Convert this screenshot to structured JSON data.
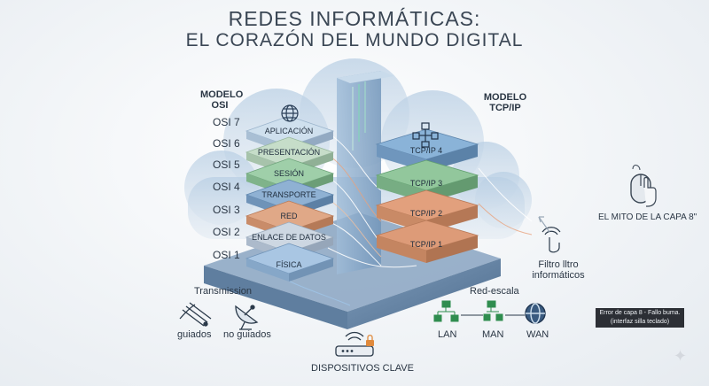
{
  "title_line1": "REDES INFORMÁTICAS:",
  "title_line2": "EL CORAZÓN DEL MUNDO DIGITAL",
  "osi_model": {
    "heading_line1": "MODELO",
    "heading_line2": "OSI",
    "levels": [
      "OSI 7",
      "OSI 6",
      "OSI 5",
      "OSI 4",
      "OSI 3",
      "OSI 2",
      "OSI 1"
    ],
    "layers": [
      {
        "name": "APLICACIÓN",
        "color": "#cfe0ee"
      },
      {
        "name": "PRESENTACIÓN",
        "color": "#c6ddc9"
      },
      {
        "name": "SESIÓN",
        "color": "#9fcfa9"
      },
      {
        "name": "TRANSPORTE",
        "color": "#8fb1d3"
      },
      {
        "name": "RED",
        "color": "#e0a887"
      },
      {
        "name": "ENLACE DE DATOS",
        "color": "#cdd7e2"
      },
      {
        "name": "FÍSICA",
        "color": "#a9c6e3"
      }
    ]
  },
  "tcpip_model": {
    "heading_line1": "MODELO",
    "heading_line2": "TCP/IP",
    "layers": [
      {
        "name": "TCP/IP 4",
        "color": "#8ab3d8"
      },
      {
        "name": "TCP/IP 3",
        "color": "#92c79c"
      },
      {
        "name": "TCP/IP 2",
        "color": "#e2a07d"
      },
      {
        "name": "TCP/IP 1",
        "color": "#dd9b78"
      }
    ]
  },
  "transmission": {
    "heading": "Transmission",
    "guided": "guiados",
    "unguided": "no guiados"
  },
  "network_scale": {
    "heading": "Red-escala",
    "items": [
      "LAN",
      "MAN",
      "WAN"
    ]
  },
  "devices": "DISPOSITIVOS CLAVE",
  "filter_line1": "Filtro lltro",
  "filter_line2": "informáticos",
  "myth_label": "EL MITO DE LA CAPA 8\"",
  "error_line1": "Error de capa 8 - Fallo buma.",
  "error_line2": "(interfaz silla teclado)",
  "icons": [
    "globe-icon",
    "network-icon",
    "cable-icon",
    "satellite-dish-icon",
    "router-icon",
    "touch-icon",
    "mouse-icon",
    "sparkle-icon"
  ]
}
